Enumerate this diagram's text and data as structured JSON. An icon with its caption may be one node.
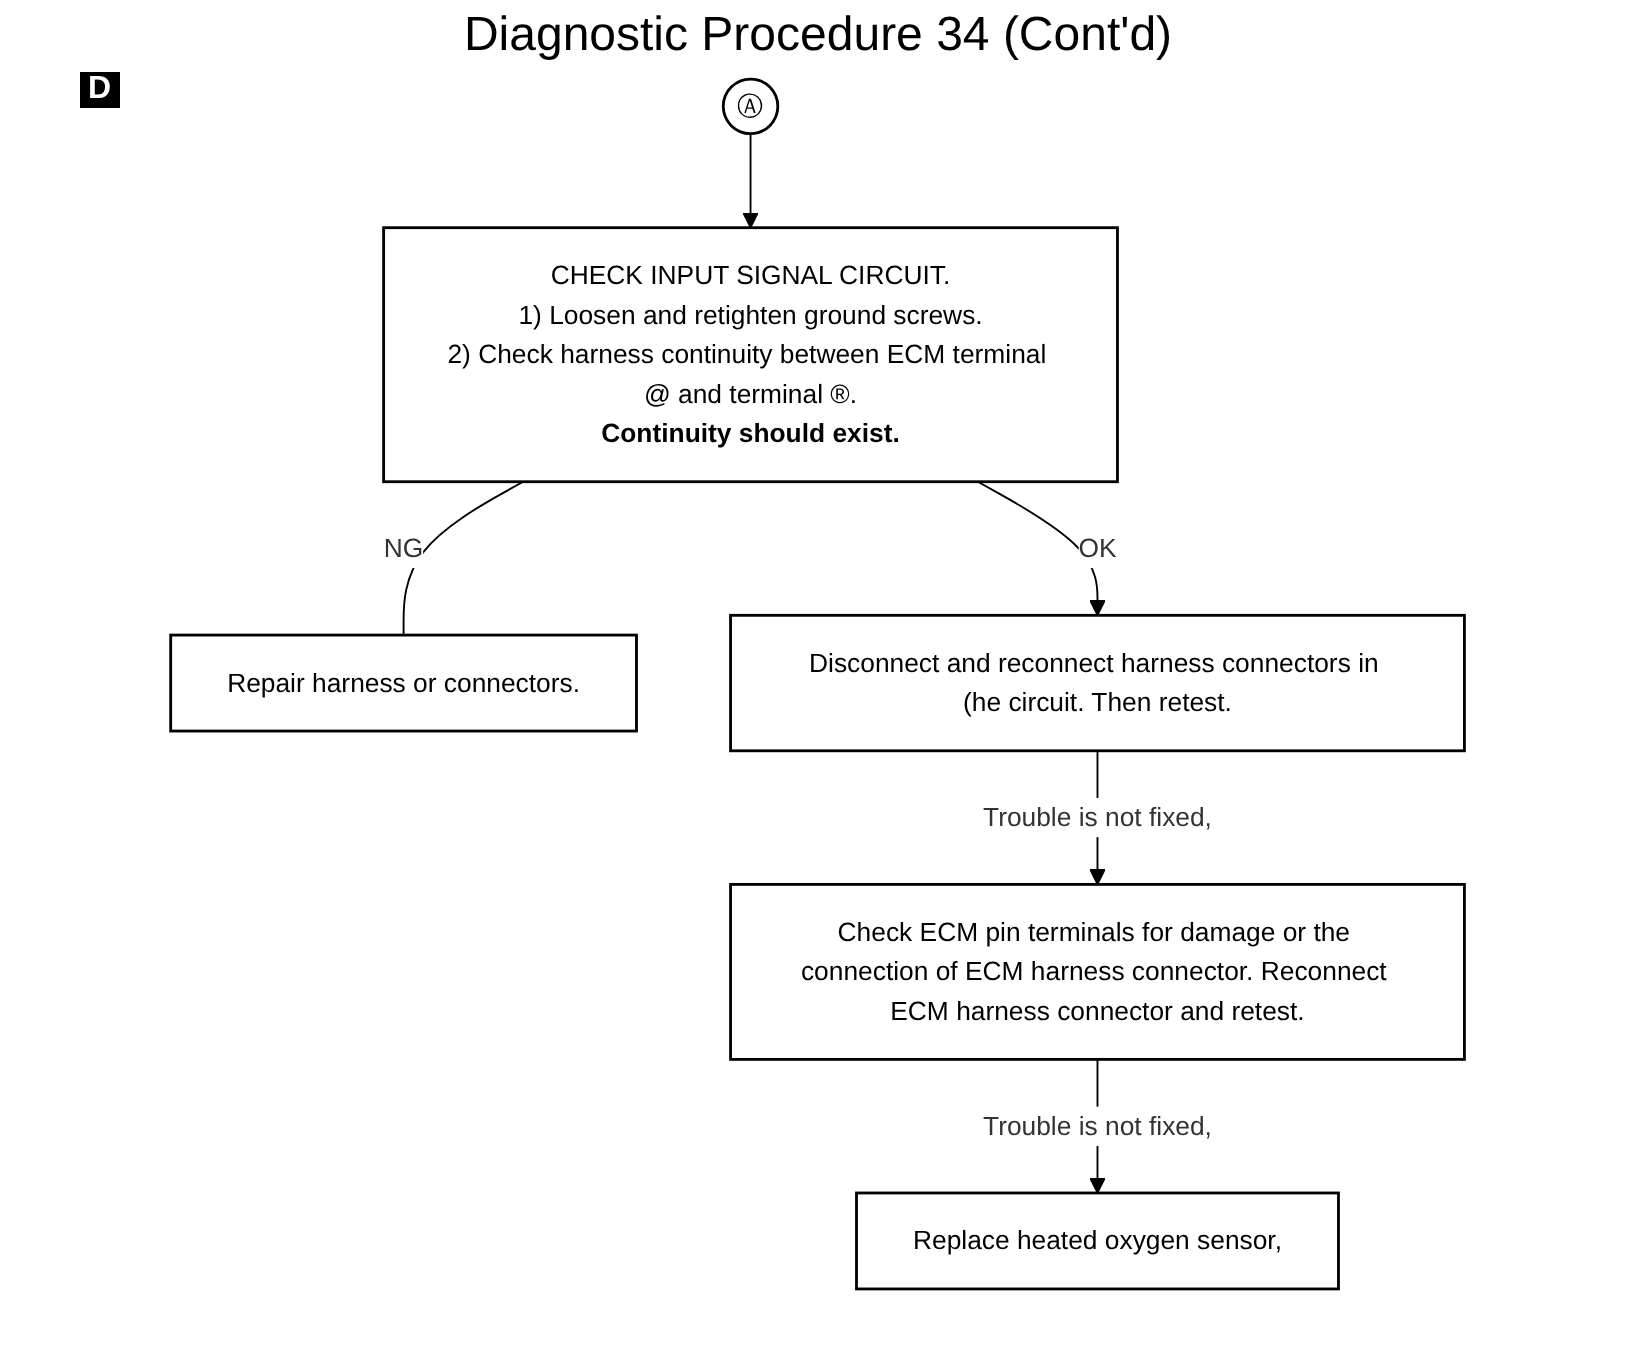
{
  "diagram": {
    "title": "Diagnostic Procedure 34 (Cont'd)",
    "nodes": [
      {
        "text": [
          "Ⓐ"
        ]
      },
      {
        "text": [
          "CHECK INPUT SIGNAL CIRCUIT.",
          "1) Loosen and retighten ground screws.",
          "2) Check harness continuity between ECM terminal @ and terminal ®.",
          "Continuity should exist."
        ]
      },
      {
        "text": [
          "Repair harness or connectors."
        ]
      },
      {
        "text": [
          "Disconnect and reconnect harness connectors in (he circuit. Then retest."
        ]
      },
      {
        "text": [
          "Check ECM pin terminals for damage or the connection of ECM harness connector. Reconnect ECM harness connector and retest."
        ]
      },
      {
        "text": [
          "Replace heated oxygen sensor,"
        ]
      }
    ],
    "edges": [
      {
        "from": 0,
        "to": 1,
        "arrow": "to"
      },
      {
        "from": 1,
        "to": 2,
        "label": "NG",
        "arrow": "none"
      },
      {
        "from": 1,
        "to": 3,
        "label": "OK",
        "arrow": "to"
      },
      {
        "from": 3,
        "to": 4,
        "label": "Trouble is not fixed,",
        "arrow": "to"
      },
      {
        "from": 4,
        "to": 5,
        "label": "Trouble is not fixed,",
        "arrow": "to"
      }
    ],
    "labels": [
      "D"
    ]
  }
}
